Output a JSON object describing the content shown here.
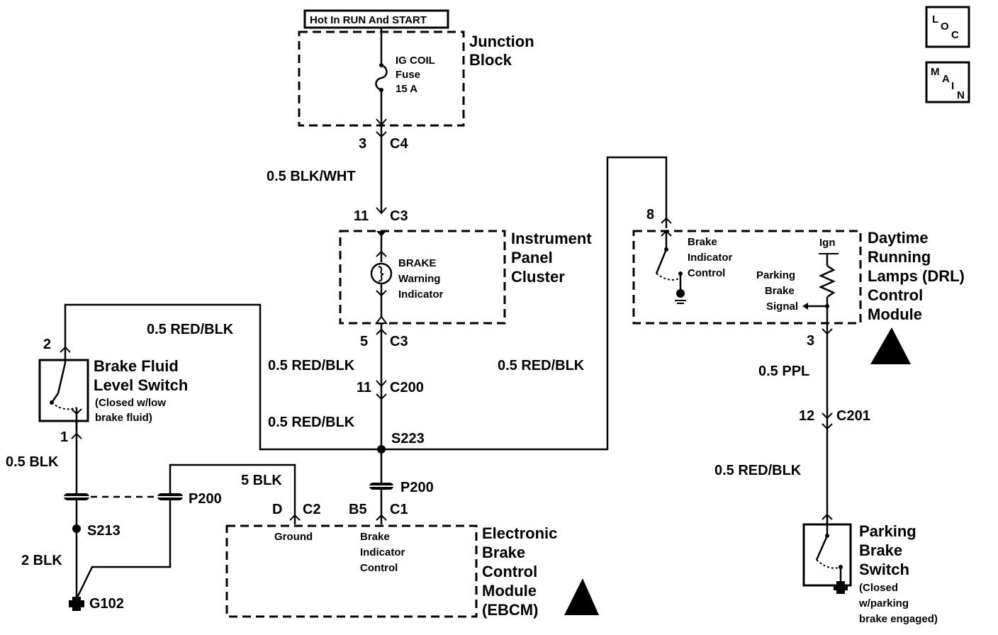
{
  "power_label": "Hot In RUN And START",
  "junction_block": {
    "title_line1": "Junction",
    "title_line2": "Block",
    "fuse_line1": "IG COIL",
    "fuse_line2": "Fuse",
    "fuse_line3": "15 A",
    "pin": "3",
    "connector": "C4"
  },
  "wire_blk_wht": "0.5 BLK/WHT",
  "ipc": {
    "top_pin": "11",
    "top_connector": "C3",
    "title_line1": "Instrument",
    "title_line2": "Panel",
    "title_line3": "Cluster",
    "ind_line1": "BRAKE",
    "ind_line2": "Warning",
    "ind_line3": "Indicator",
    "bottom_pin": "5",
    "bottom_connector": "C3"
  },
  "center": {
    "wire1": "0.5 RED/BLK",
    "c200_pin": "11",
    "c200": "C200",
    "wire2": "0.5 RED/BLK",
    "splice": "S223",
    "inline": "P200",
    "b5_pin": "B5",
    "c1": "C1"
  },
  "left": {
    "wire_top": "0.5 RED/BLK",
    "bfl_pin_top": "2",
    "bfl_title_line1": "Brake Fluid",
    "bfl_title_line2": "Level Switch",
    "bfl_note_line1": "(Closed w/low",
    "bfl_note_line2": "brake fluid)",
    "bfl_pin_bottom": "1",
    "wire_blk": "0.5 BLK",
    "p200": "P200",
    "s213": "S213",
    "wire_2blk": "2 BLK",
    "g102": "G102",
    "wire_5blk": "5 BLK",
    "d_pin": "D",
    "c2": "C2"
  },
  "ebcm": {
    "ground": "Ground",
    "bic_line1": "Brake",
    "bic_line2": "Indicator",
    "bic_line3": "Control",
    "title_line1": "Electronic",
    "title_line2": "Brake",
    "title_line3": "Control",
    "title_line4": "Module",
    "title_line5": "(EBCM)"
  },
  "drl": {
    "wire_right": "0.5 RED/BLK",
    "pin_8": "8",
    "bic_line1": "Brake",
    "bic_line2": "Indicator",
    "bic_line3": "Control",
    "ign": "Ign",
    "pbs_line1": "Parking",
    "pbs_line2": "Brake",
    "pbs_line3": "Signal",
    "title_line1": "Daytime",
    "title_line2": "Running",
    "title_line3": "Lamps (DRL)",
    "title_line4": "Control",
    "title_line5": "Module",
    "pin_3": "3",
    "wire_ppl": "0.5 PPL",
    "c201_pin": "12",
    "c201": "C201",
    "wire_bottom": "0.5 RED/BLK"
  },
  "parking_switch": {
    "title_line1": "Parking",
    "title_line2": "Brake",
    "title_line3": "Switch",
    "note_line1": "(Closed",
    "note_line2": "w/parking",
    "note_line3": "brake engaged)"
  },
  "loc_icon": {
    "l1": "L",
    "l2": "O",
    "l3": "C"
  },
  "main_icon": {
    "l1": "M",
    "l2": "A",
    "l3": "I",
    "l4": "N"
  }
}
